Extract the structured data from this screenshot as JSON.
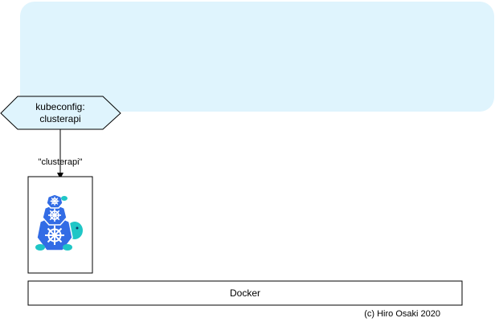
{
  "kubeconfig_node": {
    "line1": "kubeconfig:",
    "line2": "clusterapi"
  },
  "edge_label": "\"clusterapi\"",
  "docker_label": "Docker",
  "copyright": "(c) Hiro Osaki 2020",
  "icons": {
    "cluster": "stacked-kubernetes-turtle-icon"
  },
  "colors": {
    "panel_fill": "#dff4fd",
    "kube_blue": "#326ce5",
    "turtle_teal": "#1fc6c6",
    "stroke": "#000000",
    "hexagon_fill": "#dff4fd"
  }
}
